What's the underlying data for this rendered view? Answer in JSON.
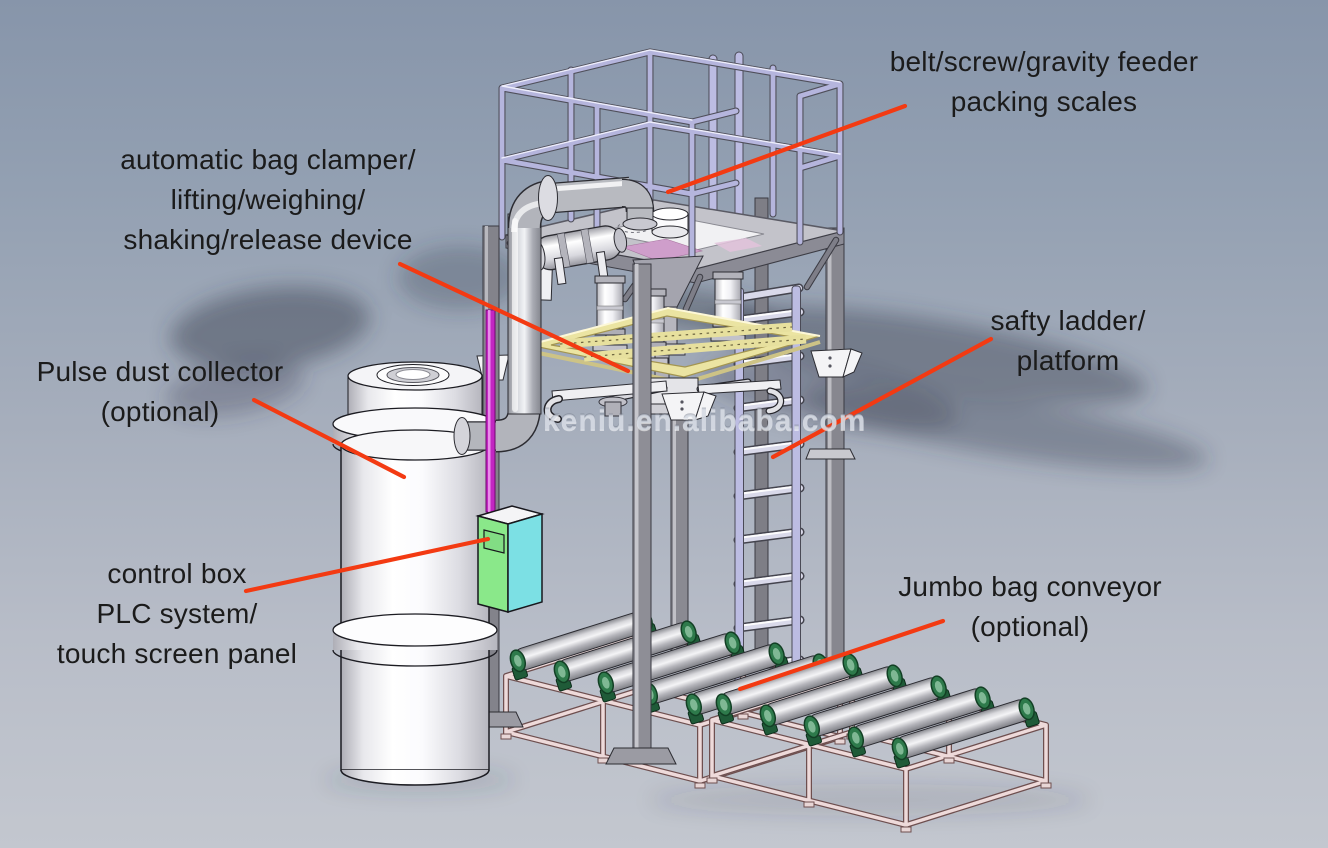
{
  "annotations": [
    {
      "id": "feeder-scales",
      "text": "belt/screw/gravity feeder\npacking scales"
    },
    {
      "id": "bag-clamper",
      "text": "automatic bag clamper/\nlifting/weighing/\nshaking/release device"
    },
    {
      "id": "dust-collector",
      "text": "Pulse dust collector\n(optional)"
    },
    {
      "id": "control-box",
      "text": "control box\nPLC system/\ntouch screen panel"
    },
    {
      "id": "safety-ladder",
      "text": "safty ladder/\nplatform"
    },
    {
      "id": "jumbo-conveyor",
      "text": "Jumbo bag conveyor\n(optional)"
    }
  ],
  "watermark": "keniu.en.alibaba.com",
  "colors": {
    "leader_red": "#f33a12",
    "control_box_green": "#8ae88a",
    "control_box_cyan": "#7ce0e4",
    "cable_magenta": "#c226c2",
    "weighing_frame_yellow": "#ebe4a2",
    "roller_cap_green": "#2e7a4b",
    "conveyor_frame_pink": "#eedada",
    "railing_lavender": "#b5b5dd",
    "steel_gray": "#8a8a92",
    "background_top": "#8795aa",
    "background_bottom": "#c3c7cf"
  }
}
